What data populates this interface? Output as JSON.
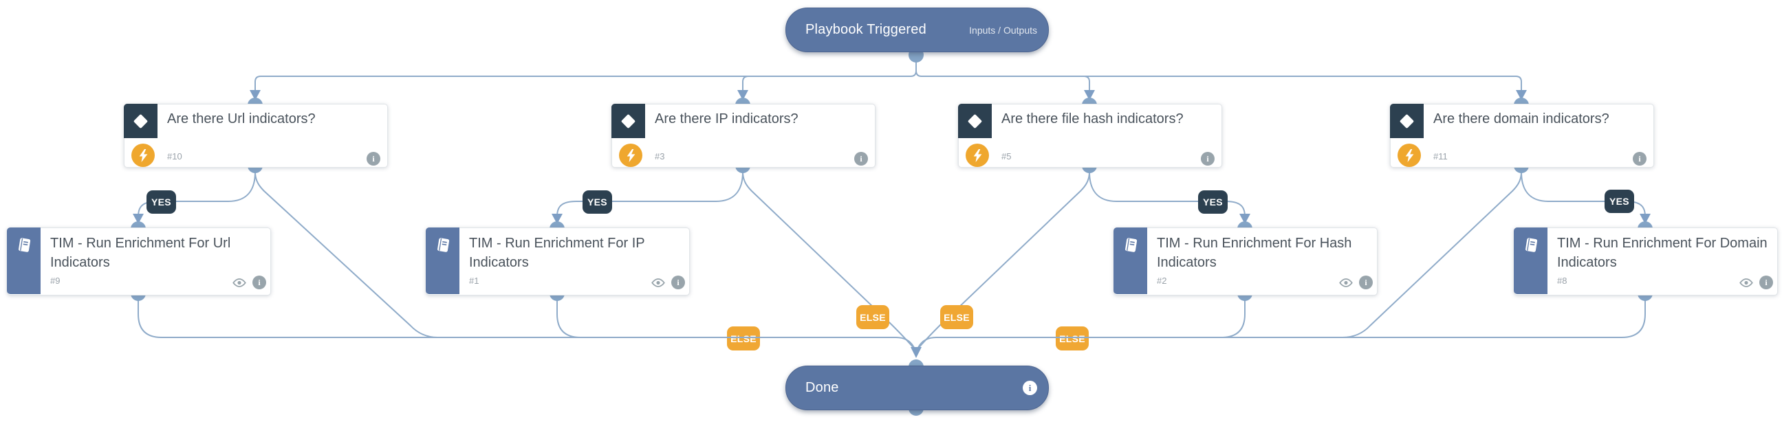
{
  "trigger": {
    "title": "Playbook Triggered",
    "io_button": "Inputs / Outputs"
  },
  "done_node": {
    "title": "Done"
  },
  "branch_labels": {
    "yes": "YES",
    "else": "ELSE"
  },
  "conditions": [
    {
      "title": "Are there Url indicators?",
      "id": "#10"
    },
    {
      "title": "Are there IP indicators?",
      "id": "#3"
    },
    {
      "title": "Are there file hash indicators?",
      "id": "#5"
    },
    {
      "title": "Are there domain indicators?",
      "id": "#11"
    }
  ],
  "tasks": [
    {
      "title": "TIM - Run Enrichment For Url Indicators",
      "id": "#9"
    },
    {
      "title": "TIM - Run Enrichment For IP Indicators",
      "id": "#1"
    },
    {
      "title": "TIM - Run Enrichment For Hash Indicators",
      "id": "#2"
    },
    {
      "title": "TIM - Run Enrichment For Domain Indicators",
      "id": "#8"
    }
  ],
  "icons": {
    "info_glyph": "i"
  },
  "colors": {
    "connector": "#8fabc9",
    "port": "#84a4c6",
    "pill_slate": "#5b76a3",
    "navy": "#2c4050",
    "orange": "#f0a733",
    "sidebar_blue": "#5d78a6",
    "node_border": "#e1e5e8"
  }
}
